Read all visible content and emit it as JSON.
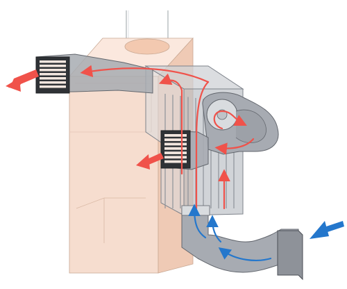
{
  "diagram": {
    "components": [
      {
        "id": "firebox-housing",
        "icon": "heater-housing"
      },
      {
        "id": "chimney-flue",
        "icon": "flue-pipe"
      },
      {
        "id": "heat-exchanger",
        "icon": "fin-block"
      },
      {
        "id": "blower-fan",
        "icon": "fan"
      },
      {
        "id": "upper-supply-grille",
        "icon": "vent-grille"
      },
      {
        "id": "middle-supply-grille",
        "icon": "vent-grille"
      },
      {
        "id": "cold-air-intake-duct",
        "icon": "return-duct"
      }
    ],
    "flows": [
      {
        "id": "cold-intake",
        "kind": "cold",
        "count": 4
      },
      {
        "id": "hot-circulation",
        "kind": "hot",
        "count": 6
      },
      {
        "id": "hot-outlet",
        "kind": "hot",
        "count": 2
      }
    ]
  },
  "colors": {
    "hot_air": "#f0524a",
    "cold_air": "#2477cc",
    "housing_front": "#f6ddcf",
    "housing_side": "#f0cfbd",
    "housing_top": "#fbe8de",
    "duct_grey": "#a7abb2",
    "duct_dark": "#62666d",
    "outline": "#8a8f96"
  }
}
